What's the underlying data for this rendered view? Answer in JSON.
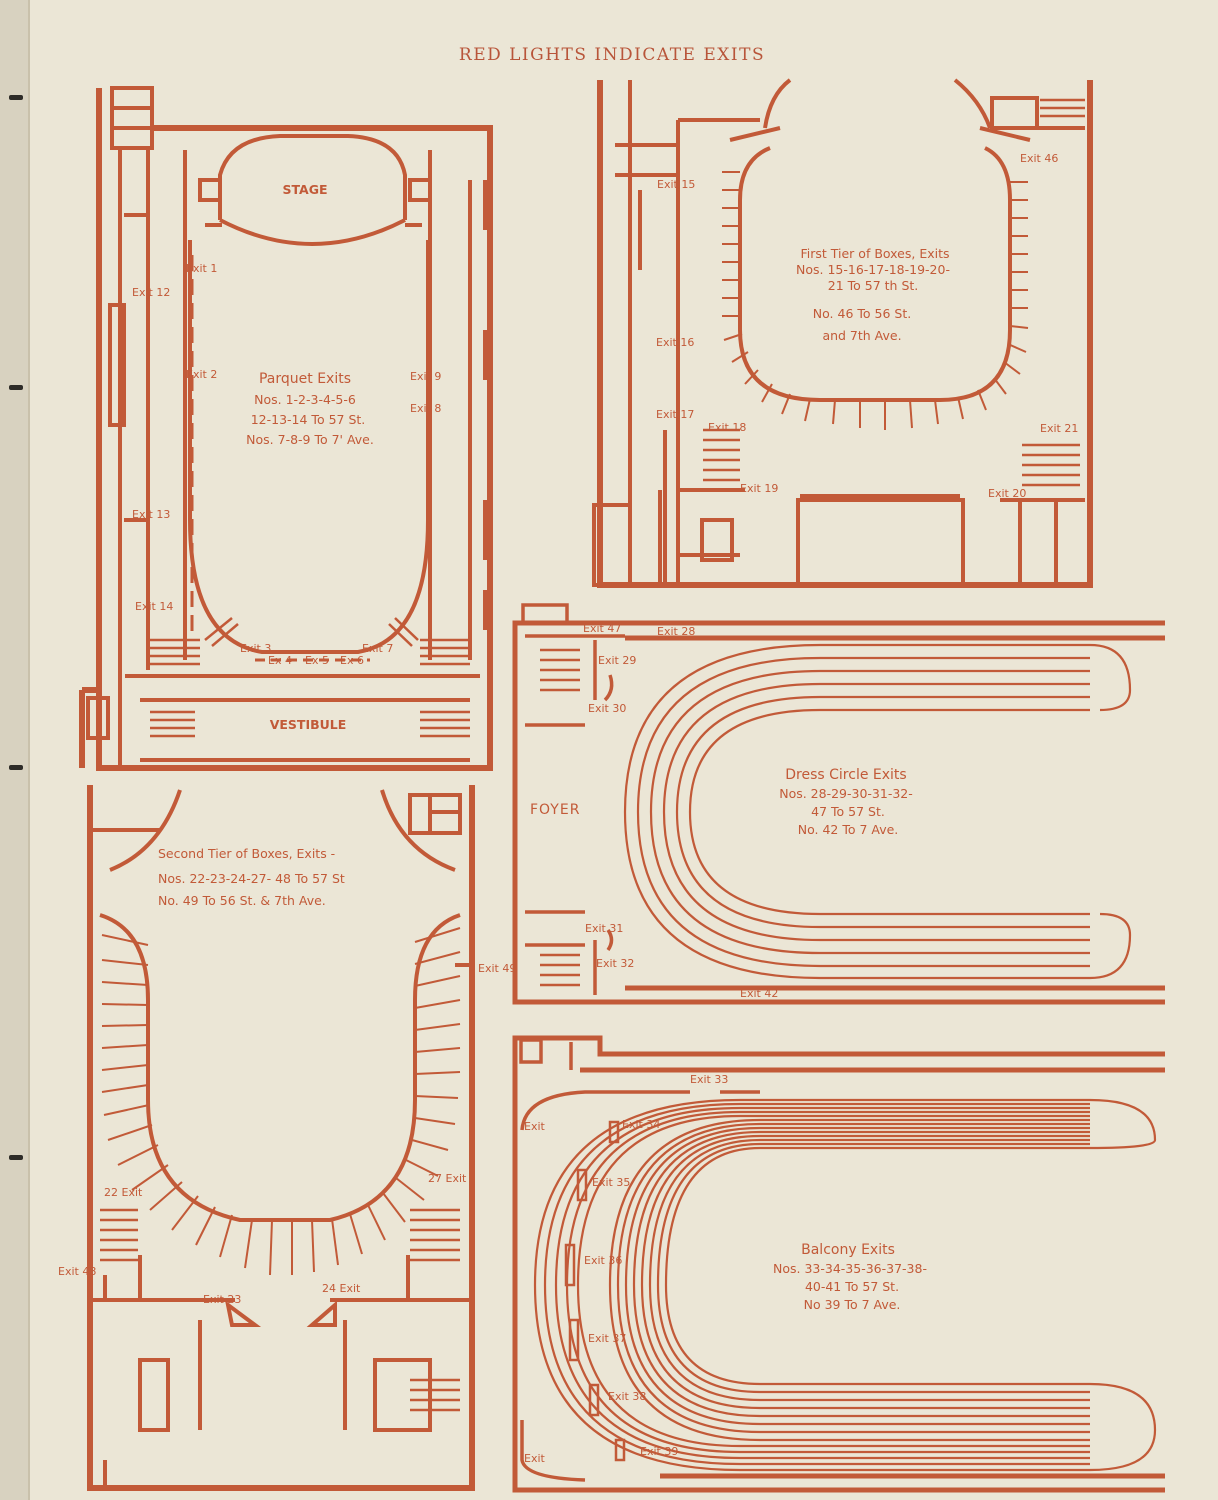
{
  "title": "RED LIGHTS INDICATE EXITS",
  "colors": {
    "ink": "#c25a38",
    "paper": "#ebe6d6"
  },
  "parquet": {
    "heading": "Parquet Exits",
    "line1": "Nos. 1-2-3-4-5-6",
    "line2": "12-13-14 To 57 St.",
    "line3": "Nos. 7-8-9 To 7' Ave.",
    "stage": "STAGE",
    "vestibule": "VESTIBULE",
    "exits": {
      "e1": "Exit 1",
      "e2": "Exit 2",
      "e3": "Exit 3",
      "e4": "Ex 4",
      "e5": "Ex 5",
      "e6": "Ex 6",
      "e7": "Exit 7",
      "e8": "Exit 8",
      "e9": "Exit 9",
      "e12": "Exit 12",
      "e13": "Exit 13",
      "e14": "Exit 14"
    }
  },
  "first_tier": {
    "heading": "First Tier of Boxes, Exits",
    "line1": "Nos. 15-16-17-18-19-20-",
    "line2": "21 To 57 th St.",
    "line3": "No. 46 To 56 St.",
    "line4": "and 7th Ave.",
    "exits": {
      "e15": "Exit 15",
      "e16": "Exit 16",
      "e17": "Exit 17",
      "e18": "Exit 18",
      "e19": "Exit 19",
      "e20": "Exit 20",
      "e21": "Exit 21",
      "e46": "Exit 46"
    }
  },
  "second_tier": {
    "heading": "Second Tier of Boxes, Exits -",
    "line1": "Nos. 22-23-24-27- 48 To 57 St",
    "line2": "No. 49 To 56 St. & 7th Ave.",
    "exits": {
      "e22": "22 Exit",
      "e23": "Exit 23",
      "e24": "24 Exit",
      "e27": "27 Exit",
      "e48": "Exit 48",
      "e49": "Exit 49"
    }
  },
  "dress_circle": {
    "heading": "Dress Circle Exits",
    "line1": "Nos. 28-29-30-31-32-",
    "line2": "47 To 57 St.",
    "line3": "No. 42 To 7 Ave.",
    "foyer": "FOYER",
    "exits": {
      "e28": "Exit 28",
      "e29": "Exit 29",
      "e30": "Exit 30",
      "e31": "Exit 31",
      "e32": "Exit 32",
      "e42": "Exit 42",
      "e47": "Exit 47"
    }
  },
  "balcony": {
    "heading": "Balcony Exits",
    "line1": "Nos. 33-34-35-36-37-38-",
    "line2": "40-41 To 57 St.",
    "line3": "No 39 To 7 Ave.",
    "exits": {
      "e33": "Exit 33",
      "e34": "Exit 34",
      "e35": "Exit 35",
      "e36": "Exit 36",
      "e37": "Exit 37",
      "e38": "Exit 38",
      "e39": "Exit 39",
      "ea": "Exit",
      "eb": "Exit"
    }
  }
}
